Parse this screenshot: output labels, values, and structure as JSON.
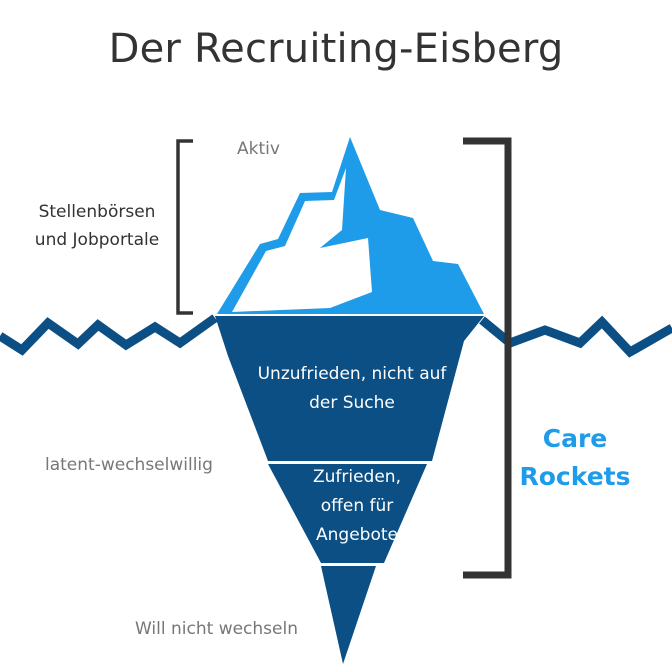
{
  "title": "Der Recruiting-Eisberg",
  "labels": {
    "aktiv": "Aktiv",
    "stellenboersen_line1": "Stellenbörsen",
    "stellenboersen_line2": "und Jobportale",
    "latent": "latent-wechselwillig",
    "will_nicht": "Will nicht wechseln"
  },
  "iceberg_sections": {
    "unzufrieden_line1": "Unzufrieden, nicht auf",
    "unzufrieden_line2": "der Suche",
    "zufrieden_line1": "Zufrieden,",
    "zufrieden_line2": "offen für",
    "zufrieden_line3": "Angebote"
  },
  "brand": {
    "line1": "Care",
    "line2": "Rockets"
  },
  "colors": {
    "tip_light": "#1e9be9",
    "tip_white": "#ffffff",
    "underwater": "#0b4f84",
    "water_line": "#0b4f84",
    "bracket": "#333333",
    "brand": "#1e9be9"
  }
}
